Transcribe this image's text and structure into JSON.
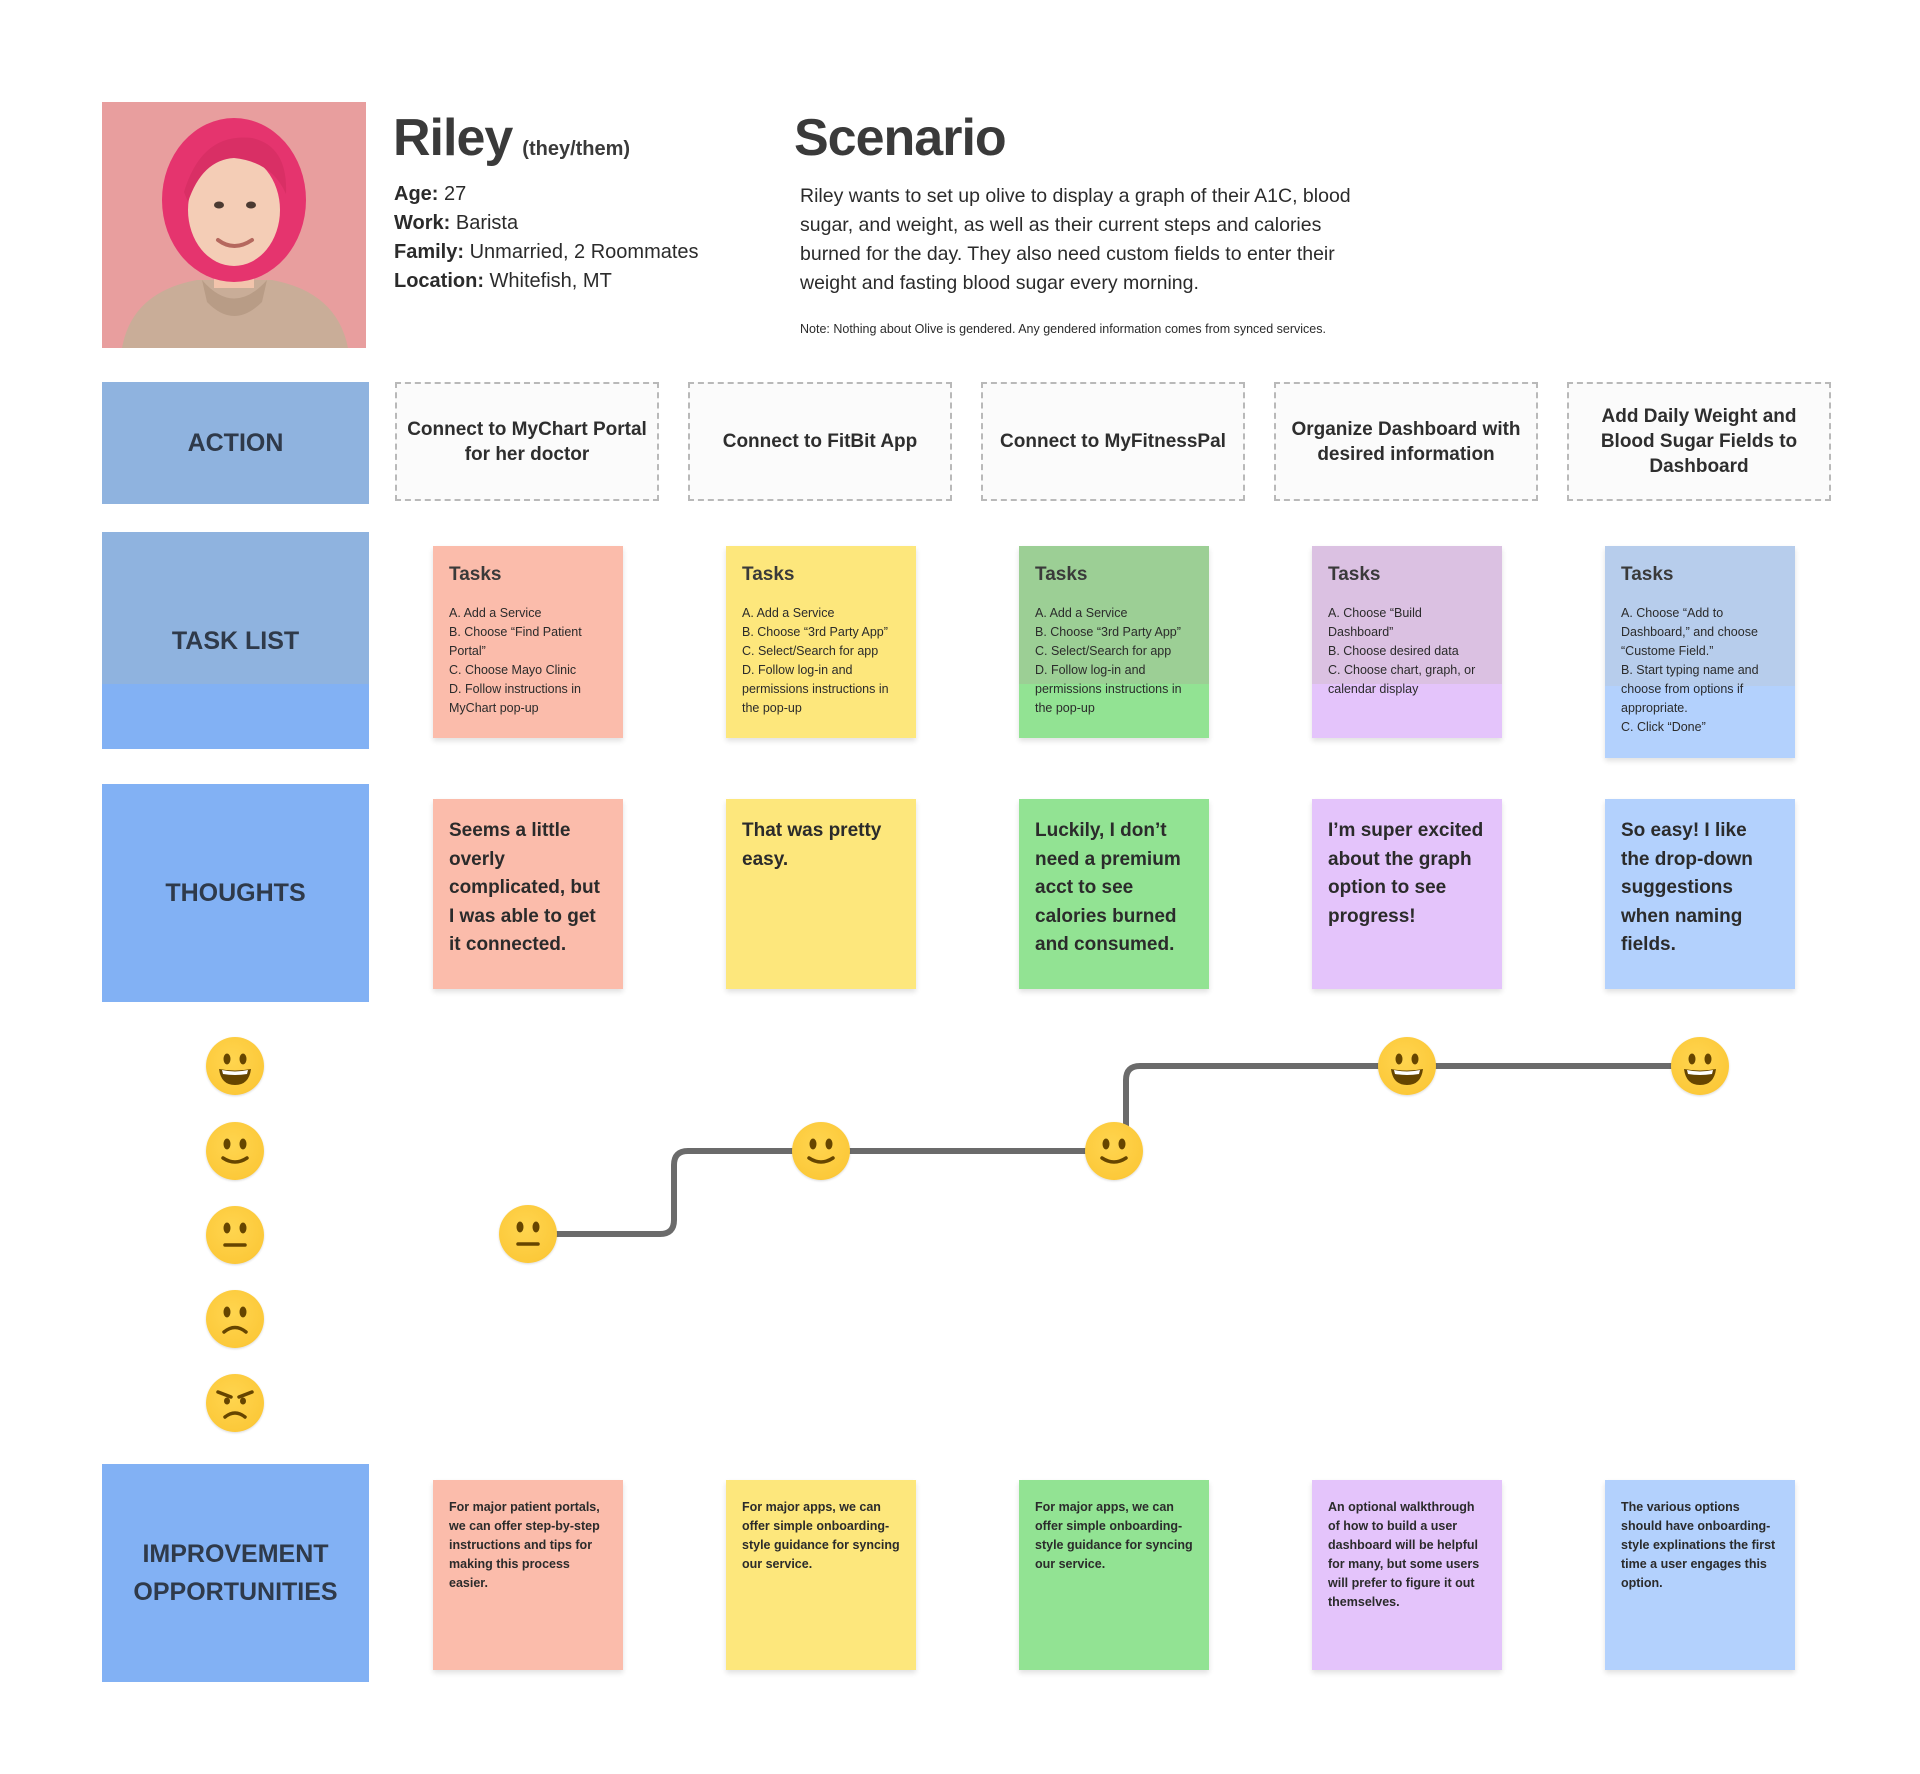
{
  "persona": {
    "name": "Riley",
    "pronouns": "(they/them)",
    "facts": [
      {
        "label": "Age:",
        "value": " 27"
      },
      {
        "label": "Work:",
        "value": " Barista"
      },
      {
        "label": "Family:",
        "value": " Unmarried, 2 Roommates"
      },
      {
        "label": "Location:",
        "value": " Whitefish, MT"
      }
    ]
  },
  "scenario": {
    "title": "Scenario",
    "text": "Riley wants to set up olive to display a graph of their A1C, blood sugar, and weight, as well as their current steps and calories burned for the day. They also need custom fields to enter their weight and fasting blood sugar every morning.",
    "note": "Note: Nothing about Olive is gendered. Any gendered information comes from synced services."
  },
  "rows": {
    "action": "ACTION",
    "tasks": "TASK LIST",
    "thoughts": "THOUGHTS",
    "improve_1": "IMPROVEMENT",
    "improve_2": "OPPORTUNITIES"
  },
  "colors": {
    "salmon": "#fbbcab",
    "yellow": "#fde77c",
    "green": "#92e393",
    "purple": "#e4c4fb",
    "blue": "#b3d1fd",
    "salmon_top": "#fbbcab",
    "yellow_top": "#fde77c",
    "green_top": "#9ccf95",
    "purple_top": "#dbc1e2",
    "blue_top": "#b7cdec"
  },
  "actions": [
    "Connect to MyChart Portal for her doctor",
    "Connect to FitBit App",
    "Connect to MyFitnessPal",
    "Organize Dashboard with desired information",
    "Add Daily Weight and Blood Sugar Fields to Dashboard"
  ],
  "tasks": [
    {
      "title": "Tasks",
      "lines": [
        "A. Add a Service",
        "B. Choose “Find Patient Portal”",
        "C. Choose Mayo Clinic",
        "D. Follow instructions in MyChart pop-up"
      ]
    },
    {
      "title": "Tasks",
      "lines": [
        "A. Add a Service",
        "B. Choose “3rd Party App”",
        "C. Select/Search for app",
        "D. Follow log-in and permissions instructions in the pop-up"
      ]
    },
    {
      "title": "Tasks",
      "lines": [
        "A. Add a Service",
        "B. Choose “3rd Party App”",
        "C. Select/Search for app",
        "D. Follow log-in and permissions instructions in the pop-up"
      ]
    },
    {
      "title": "Tasks",
      "lines": [
        "A. Choose “Build Dashboard”",
        "B. Choose desired data",
        "C. Choose chart, graph, or calendar display"
      ]
    },
    {
      "title": "Tasks",
      "lines": [
        "A. Choose “Add to Dashboard,” and choose “Custome Field.”",
        "B. Start typing name and choose from options if appropriate.",
        "C. Click “Done”"
      ]
    }
  ],
  "thoughts": [
    "Seems a little overly complicated, but I was able to get it connected.",
    "That was pretty easy.",
    "Luckily, I don’t need a premium acct to see calories burned and consumed.",
    "I’m super excited about the graph option to see progress!",
    "So easy! I like the drop-down suggestions when naming fields."
  ],
  "improvements": [
    "For major patient portals, we can offer step-by-step instructions and tips for making this process easier.",
    "For major apps, we can offer simple onboarding-style guidance for syncing our service.",
    "For major apps, we can offer simple onboarding-style guidance for syncing our service.",
    "An optional walkthrough of how to build a user dashboard will be helpful for many, but some users will prefer to figure it out themselves.",
    "The various options should have onboarding-style explinations the first time a user engages this option."
  ],
  "emotion_scale": [
    "grinning-face-icon",
    "slightly-smiling-face-icon",
    "neutral-face-icon",
    "slightly-frowning-face-icon",
    "angry-face-icon"
  ],
  "journey_levels": [
    "neutral",
    "slight-smile",
    "slight-smile",
    "grin",
    "grin"
  ]
}
